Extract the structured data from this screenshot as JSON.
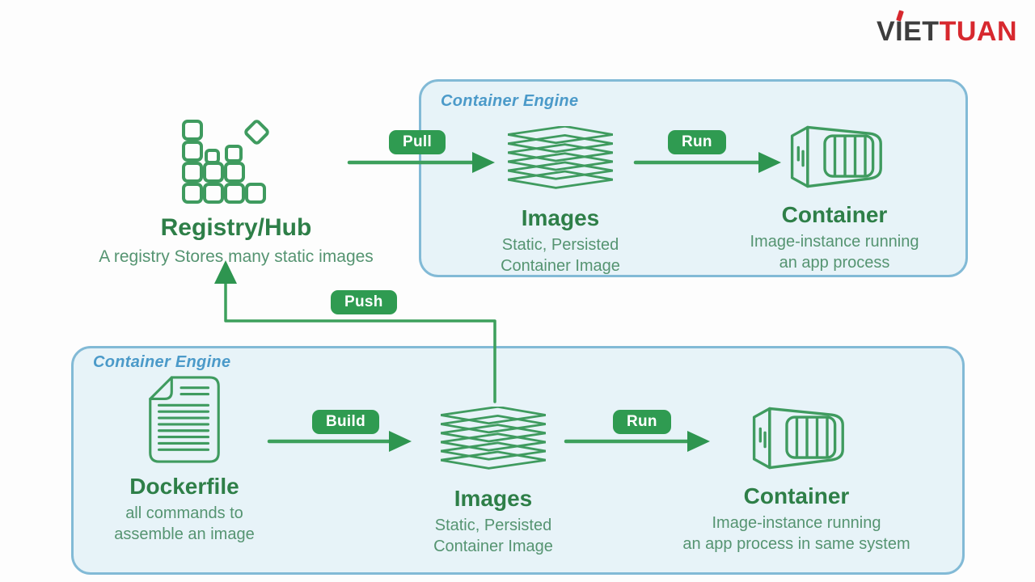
{
  "logo": {
    "part1": "VIET",
    "part2": "TUAN",
    "part1_color": "#3d3d3d",
    "part2_color": "#d7282e",
    "accent_icon": "red-accent-mark"
  },
  "registry": {
    "title": "Registry/Hub",
    "subtitle": "A registry Stores many static images",
    "icon": "registry-grid-icon"
  },
  "arrows": {
    "pull": "Pull",
    "run_top": "Run",
    "push": "Push",
    "build": "Build",
    "run_bottom": "Run"
  },
  "top_engine": {
    "label": "Container Engine",
    "images": {
      "title": "Images",
      "subtitle_line1": "Static, Persisted",
      "subtitle_line2": "Container Image",
      "icon": "images-stack-icon"
    },
    "container": {
      "title": "Container",
      "subtitle_line1": "Image-instance running",
      "subtitle_line2": "an app process",
      "icon": "shipping-container-icon"
    }
  },
  "bottom_engine": {
    "label": "Container Engine",
    "dockerfile": {
      "title": "Dockerfile",
      "subtitle_line1": "all commands to",
      "subtitle_line2": "assemble an image",
      "icon": "dockerfile-document-icon"
    },
    "images": {
      "title": "Images",
      "subtitle_line1": "Static, Persisted",
      "subtitle_line2": "Container Image",
      "icon": "images-stack-icon"
    },
    "container": {
      "title": "Container",
      "subtitle_line1": "Image-instance running",
      "subtitle_line2": "an app process in same system",
      "icon": "shipping-container-icon"
    }
  },
  "colors": {
    "green_title": "#2e7f48",
    "green_stroke": "#3f9b5f",
    "green_badge": "#2f9b51",
    "green_arrow": "#3da05c",
    "green_subtitle": "#559471",
    "box_fill": "#e7f3f8",
    "box_border": "#82bad6",
    "engine_label_blue": "#4b9ac9"
  }
}
